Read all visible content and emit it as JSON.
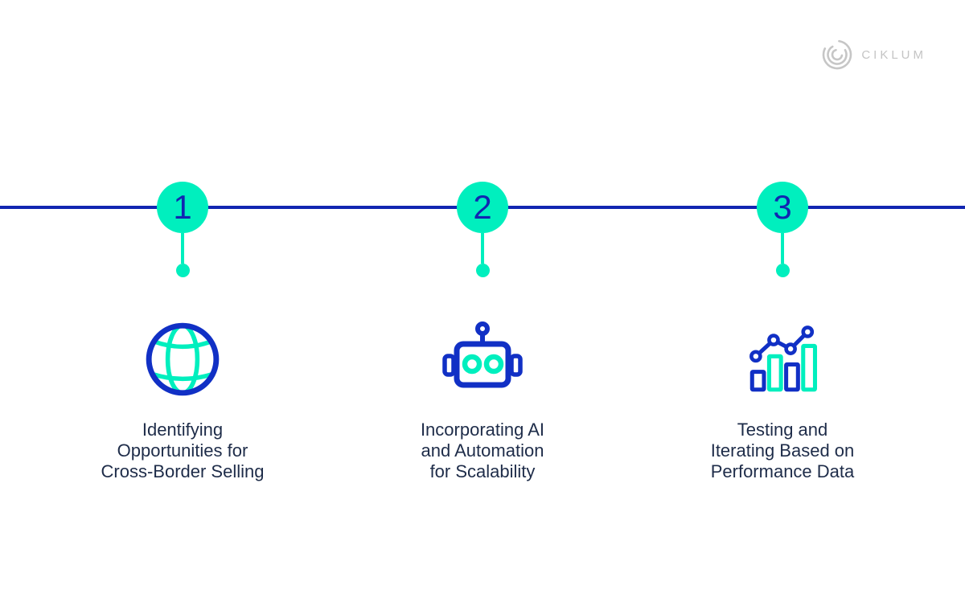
{
  "brand": {
    "name": "CIKLUM",
    "logo_icon": "ciklum-arcs-icon"
  },
  "colors": {
    "accent_teal": "#00efbe",
    "timeline_blue": "#1126b1",
    "icon_blue": "#1130c5",
    "text_navy": "#1e2c49",
    "logo_gray": "#c4c4c4",
    "background": "#ffffff"
  },
  "timeline": {
    "steps": [
      {
        "number": "1",
        "icon": "globe-icon",
        "lines": [
          "Identifying",
          "Opportunities for",
          "Cross-Border Selling"
        ]
      },
      {
        "number": "2",
        "icon": "robot-icon",
        "lines": [
          "Incorporating AI",
          "and Automation",
          "for Scalability"
        ]
      },
      {
        "number": "3",
        "icon": "bar-chart-icon",
        "lines": [
          "Testing and",
          "Iterating Based on",
          "Performance Data"
        ]
      }
    ]
  }
}
